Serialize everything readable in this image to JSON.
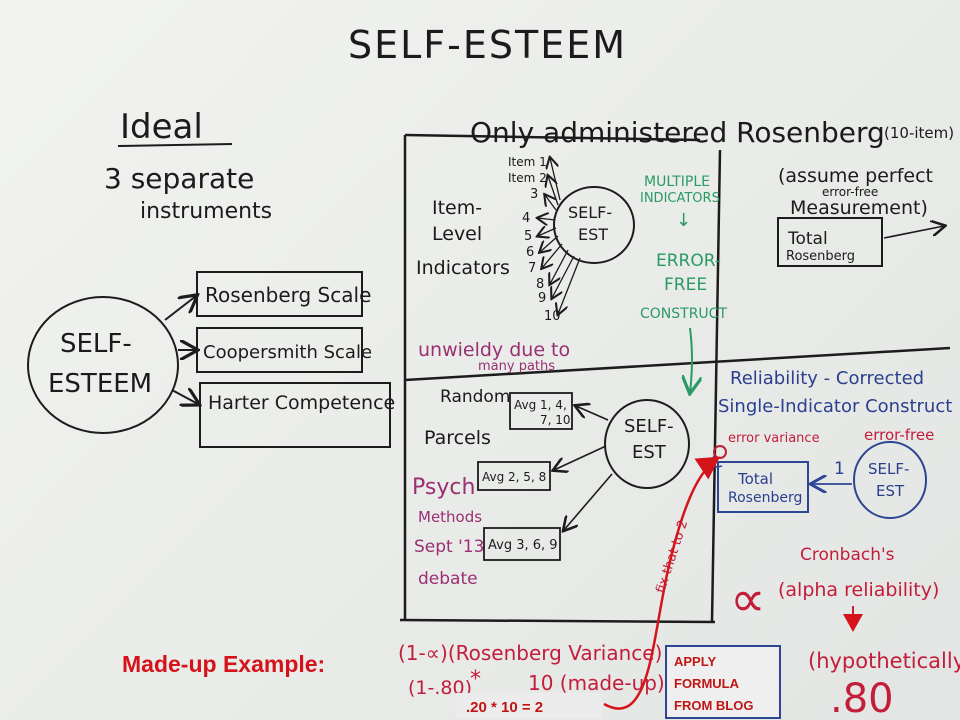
{
  "title": "SELF-ESTEEM",
  "ideal": {
    "heading": "Ideal",
    "sub1": "3 separate",
    "sub2": "instruments",
    "construct_line1": "SELF-",
    "construct_line2": "ESTEEM",
    "instruments": [
      "Rosenberg Scale",
      "Coopersmith Scale",
      "Harter Competence"
    ]
  },
  "rosenberg_only": {
    "heading": "Only administered Rosenberg",
    "note_10item": "(10-item)",
    "assume1": "(assume perfect",
    "assume2": "error-free",
    "assume3": "Measurement)",
    "total_line1": "Total",
    "total_line2": "Rosenberg"
  },
  "item_level": {
    "label_line1": "Item-",
    "label_line2": "Level",
    "label_line3": "Indicators",
    "items": [
      "Item 1",
      "Item 2",
      "3",
      "4",
      "5",
      "6",
      "7",
      "8",
      "9",
      "10"
    ],
    "construct_line1": "SELF-",
    "construct_line2": "EST",
    "multiple1": "MULTIPLE",
    "multiple2": "INDICATORS",
    "arrow": "↓",
    "error1": "ERROR-",
    "error2": "FREE",
    "error3": "CONSTRUCT",
    "unwieldy1": "unwieldy due to",
    "unwieldy2": "many paths"
  },
  "parcels": {
    "random": "Random",
    "label": "Parcels",
    "boxes": [
      {
        "line1": "Avg 1, 4,",
        "line2": "7, 10"
      },
      {
        "line1": "Avg 2, 5, 8",
        "line2": ""
      },
      {
        "line1": "Avg 3, 6, 9",
        "line2": ""
      }
    ],
    "construct_line1": "SELF-",
    "construct_line2": "EST",
    "psych1": "Psych",
    "psych2": "Methods",
    "psych3": "Sept '13",
    "psych4": "debate",
    "fix_note": "fix that to 2"
  },
  "reliability": {
    "heading1": "Reliability - Corrected",
    "heading2": "Single-Indicator Construct",
    "error_variance": "error variance",
    "error_free": "error-free",
    "total_line1": "Total",
    "total_line2": "Rosenberg",
    "path_one": "1",
    "construct_line1": "SELF-",
    "construct_line2": "EST",
    "cronbach": "Cronbach's",
    "alpha_symbol": "∝",
    "alpha_text": "(alpha reliability)",
    "hypothetically": "(hypothetically)",
    "value": ".80"
  },
  "formula": {
    "line1": "(1-∝)(Rosenberg Variance)",
    "line2a": "(1-.80)",
    "times": "*",
    "line2b": "10 (made-up)"
  },
  "overlay": {
    "made_up": "Made-up Example:",
    "calc": ".20 * 10 = 2",
    "apply1": "APPLY",
    "apply2": "FORMULA",
    "apply3": "FROM BLOG"
  },
  "colors": {
    "red_ink": "#c41d3a",
    "green_ink": "#2a9a63",
    "blue_ink": "#2a3f8f",
    "purple_ink": "#9a2f72",
    "overlay_red": "#d4141a"
  }
}
